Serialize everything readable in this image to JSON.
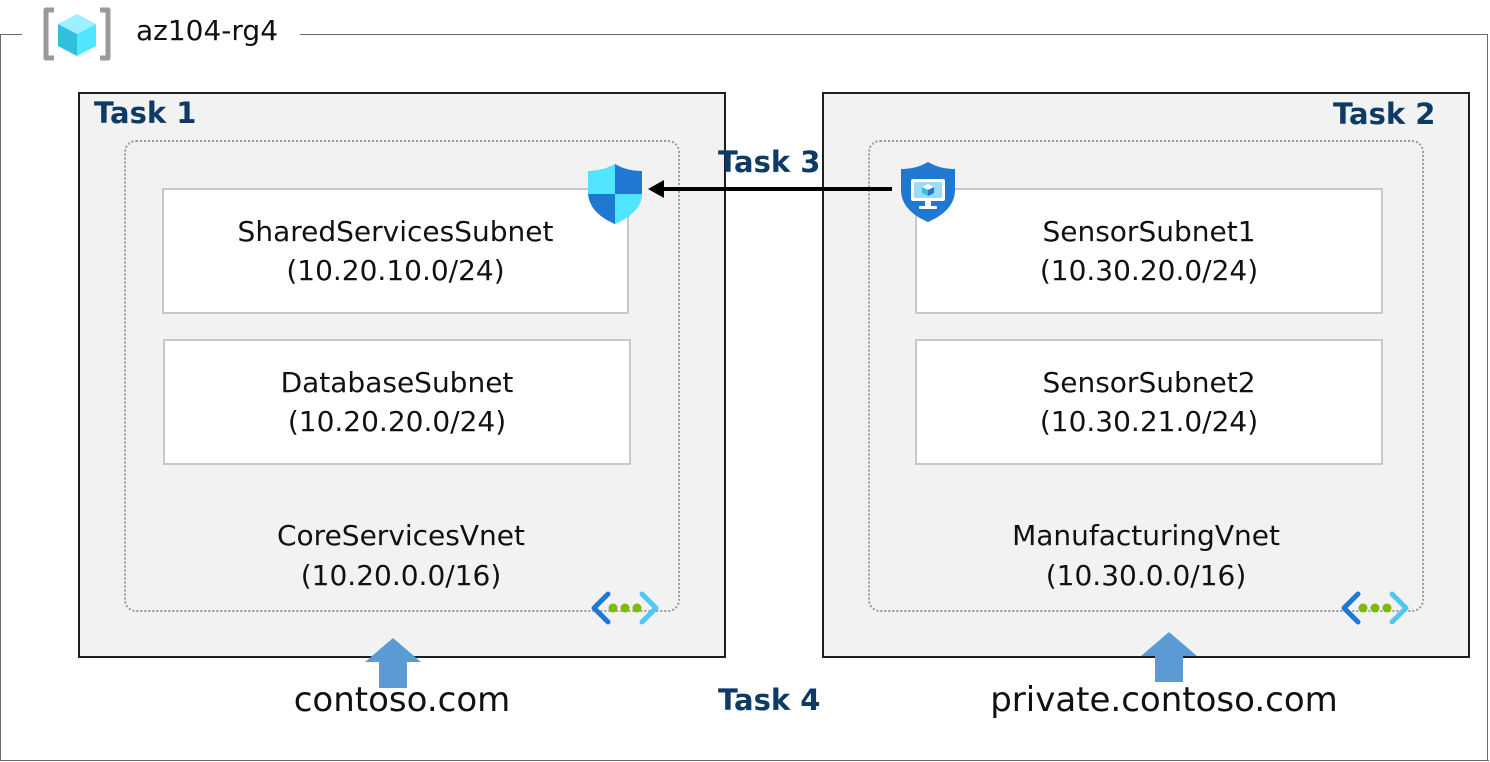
{
  "resource_group": {
    "name": "az104-rg4",
    "icon": "resource-group-icon"
  },
  "tasks": {
    "task1": "Task 1",
    "task2": "Task 2",
    "task3": "Task 3",
    "task4": "Task 4"
  },
  "core_vnet": {
    "name": "CoreServicesVnet",
    "cidr": "(10.20.0.0/16)",
    "subnets": [
      {
        "name": "SharedServicesSubnet",
        "cidr": "(10.20.10.0/24)"
      },
      {
        "name": "DatabaseSubnet",
        "cidr": "(10.20.20.0/24)"
      }
    ],
    "dns_zone": "contoso.com"
  },
  "manufacturing_vnet": {
    "name": "ManufacturingVnet",
    "cidr": "(10.30.0.0/16)",
    "subnets": [
      {
        "name": "SensorSubnet1",
        "cidr": "(10.30.20.0/24)"
      },
      {
        "name": "SensorSubnet2",
        "cidr": "(10.30.21.0/24)"
      }
    ],
    "dns_zone": "private.contoso.com"
  },
  "colors": {
    "task_label": "#0e3a66",
    "arrow_blue": "#5b9bd5",
    "shield_blue": "#1f78d1",
    "shield_cyan": "#50e6ff",
    "vnet_green": "#7fba00"
  },
  "icons": [
    "nsg-shield-icon",
    "asg-shield-icon",
    "vnet-icon",
    "dns-arrow-icon",
    "peering-arrow-icon"
  ]
}
